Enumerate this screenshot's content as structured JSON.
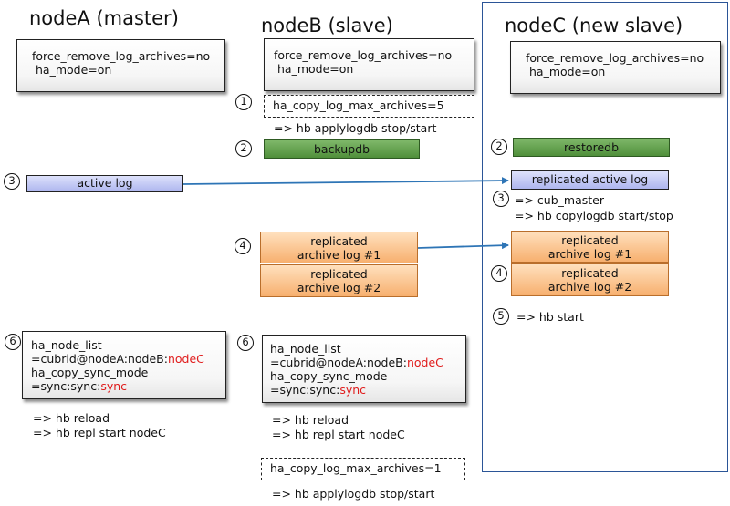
{
  "colors": {
    "accent_red": "#e01b1b",
    "frame_blue": "#2b5597",
    "arrow_blue": "#2e75b6"
  },
  "headings": {
    "nodeA": "nodeA (master)",
    "nodeB": "nodeB (slave)",
    "nodeC": "nodeC (new slave)"
  },
  "config": {
    "line1": "force_remove_log_archives=no",
    "line2": "ha_mode=on"
  },
  "steps": {
    "s1": "1",
    "s2": "2",
    "s3": "3",
    "s4": "4",
    "s5": "5",
    "s6": "6"
  },
  "nodeB": {
    "dashed1": "ha_copy_log_max_archives=5",
    "cmd_applylog": "=> hb applylogdb stop/start",
    "backupdb": "backupdb",
    "archive1": [
      "replicated",
      "archive  log #1"
    ],
    "archive2": [
      "replicated",
      "archive log #2"
    ],
    "dashed2": "ha_copy_log_max_archives=1",
    "cmd_applylog2": "=> hb applylogdb stop/start"
  },
  "nodeA": {
    "active_log": "active log"
  },
  "nodeC": {
    "restoredb": "restoredb",
    "replicated_active": "replicated active log",
    "cmd_cub": "=> cub_master",
    "cmd_copylog": "=> hb copylogdb start/stop",
    "archive1": [
      "replicated",
      "archive  log #1"
    ],
    "archive2": [
      "replicated",
      "archive log #2"
    ],
    "cmd_hbstart": "=> hb start"
  },
  "ha_box": {
    "l1": "ha_node_list",
    "l2a": "=cubrid@nodeA:nodeB:",
    "l2b": "nodeC",
    "l3": "ha_copy_sync_mode",
    "l4a": "=sync:sync:",
    "l4b": "sync"
  },
  "reload": {
    "cmd1": "=> hb reload",
    "cmd2": "=> hb repl start nodeC"
  }
}
